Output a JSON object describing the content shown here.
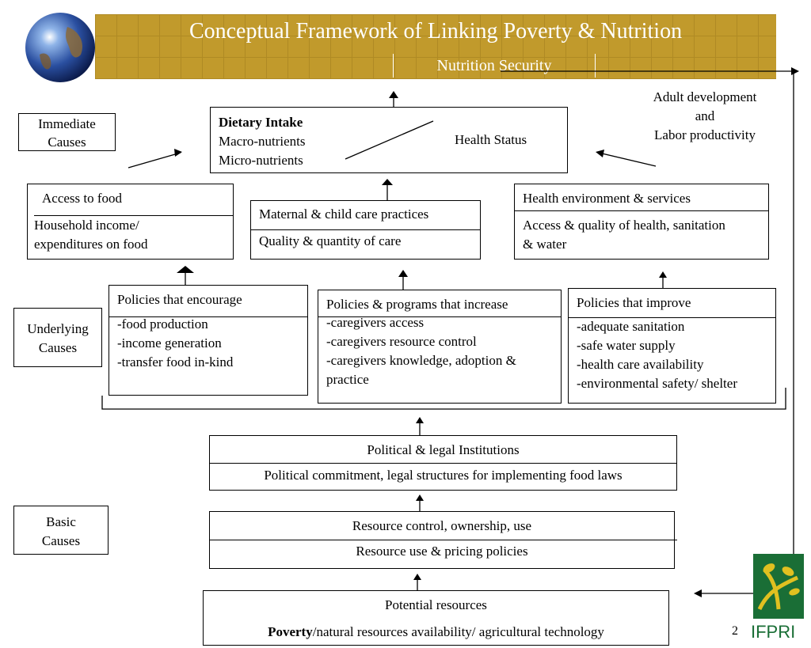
{
  "header": {
    "title": "Conceptual Framework of Linking Poverty & Nutrition",
    "subtitle": "Nutrition Security"
  },
  "outcome": {
    "label_line1": "Adult development",
    "label_line2": "and",
    "label_line3": "Labor productivity"
  },
  "levels": {
    "immediate_line1": "Immediate",
    "immediate_line2": "Causes",
    "underlying_line1": "Underlying",
    "underlying_line2": "Causes",
    "basic_line1": "Basic",
    "basic_line2": "Causes"
  },
  "top_box": {
    "title": "Dietary Intake",
    "line1": "Macro-nutrients",
    "line2": "Micro-nutrients",
    "health": "Health Status"
  },
  "access_food": {
    "title": "Access to food",
    "line1": "Household income/",
    "line2": "expenditures on food"
  },
  "care": {
    "title": "Maternal & child care practices",
    "line1": "Quality & quantity of care"
  },
  "health_env": {
    "title": "Health environment & services",
    "line1": "Access & quality of health, sanitation",
    "line2": "&  water"
  },
  "policy_food": {
    "title": "Policies that encourage",
    "items": [
      "-food production",
      "-income generation",
      "-transfer food in-kind"
    ]
  },
  "policy_care": {
    "title": "Policies & programs that increase",
    "items": [
      "-caregivers access",
      "-caregivers resource control",
      "-caregivers knowledge, adoption &",
      "practice"
    ]
  },
  "policy_health": {
    "title": "Policies that improve",
    "items": [
      "-adequate sanitation",
      "-safe water supply",
      "-health care availability",
      "-environmental safety/ shelter"
    ]
  },
  "institutions": {
    "title": "Political & legal Institutions",
    "line1": "Political commitment, legal structures for implementing food laws"
  },
  "resources": {
    "title": "Resource control, ownership, use",
    "line1": "Resource use & pricing policies"
  },
  "potential": {
    "title": "Potential resources",
    "bold": "Poverty",
    "rest": "/natural resources availability/ agricultural technology"
  },
  "footer": {
    "page_number": "2",
    "logo_text": "IFPRI"
  },
  "colors": {
    "banner": "#c19a2c",
    "logo_green": "#1a6e36",
    "logo_yellow": "#e0c020"
  }
}
